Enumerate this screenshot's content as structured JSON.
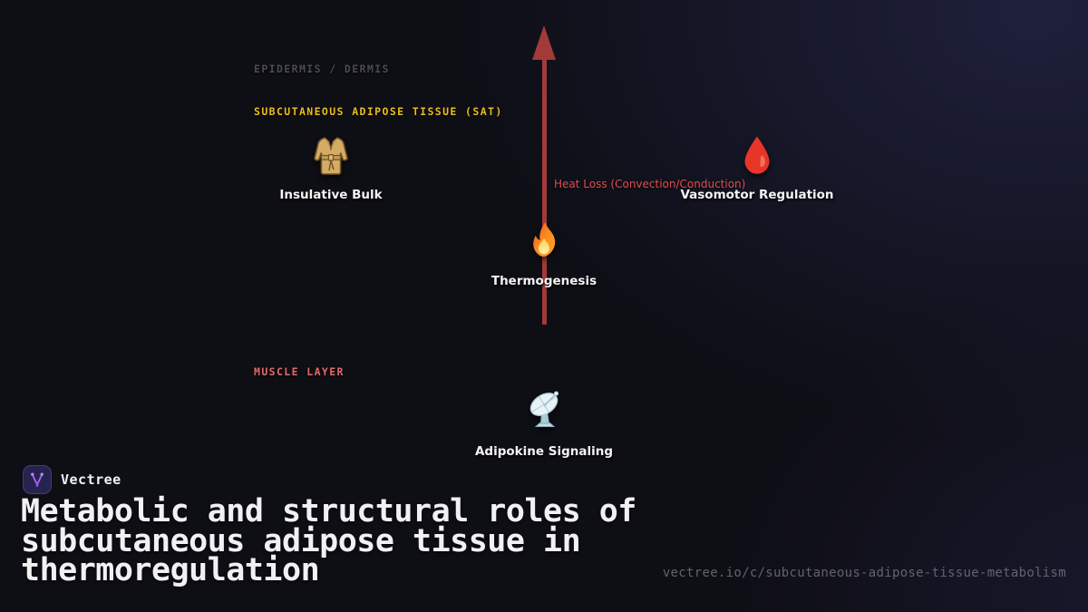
{
  "brand": {
    "name": "Vectree",
    "logo_icon": "vectree-branch-icon",
    "logo_bg_color": "#26244e",
    "accent_color": "#a855f7"
  },
  "poster": {
    "title": "Metabolic and structural roles of\nsubcutaneous adipose tissue in\nthermoregulation",
    "url": "vectree.io/c/subcutaneous-adipose-tissue-metabolism",
    "background_color": "#0e0e15"
  },
  "diagram": {
    "sections": [
      {
        "id": "epidermis-dermis",
        "label": "EPIDERMIS / DERMIS",
        "color": "#4b4b54"
      },
      {
        "id": "subcutaneous-adipose-tissue",
        "label": "SUBCUTANEOUS ADIPOSE TISSUE (SAT)",
        "color": "#e9bd1c"
      },
      {
        "id": "muscle-layer",
        "label": "MUSCLE LAYER",
        "color": "#e26b6b"
      }
    ],
    "arrow": {
      "direction": "up",
      "label": "Heat Loss (Convection/Conduction)",
      "color": "#a23a3a",
      "label_color": "#e04c4c"
    },
    "nodes": [
      {
        "id": "insulative-bulk",
        "label": "Insulative Bulk",
        "icon": "coat-icon"
      },
      {
        "id": "vasomotor-regulation",
        "label": "Vasomotor Regulation",
        "icon": "blood-drop-icon"
      },
      {
        "id": "thermogenesis",
        "label": "Thermogenesis",
        "icon": "fire-icon"
      },
      {
        "id": "adipokine-signaling",
        "label": "Adipokine Signaling",
        "icon": "satellite-dish-icon"
      }
    ]
  }
}
